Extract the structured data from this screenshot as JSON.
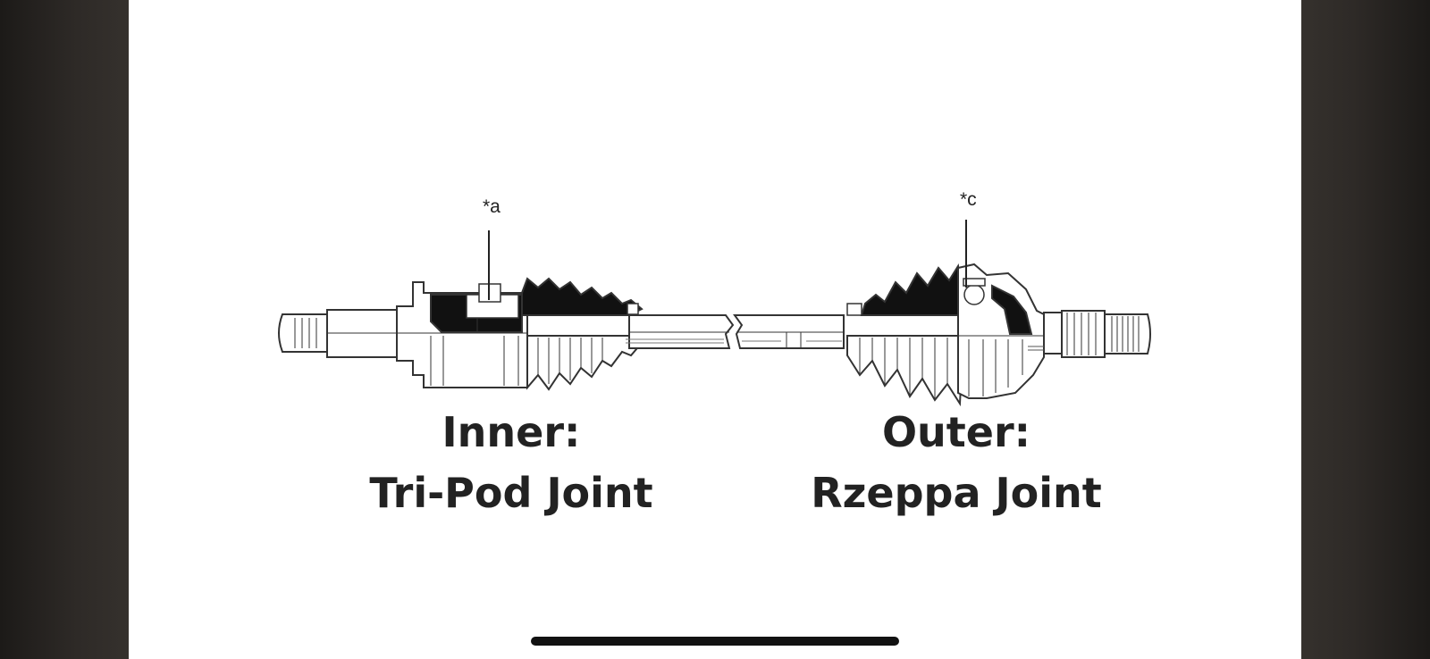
{
  "callouts": {
    "inner": "*a",
    "outer": "*c"
  },
  "labels": {
    "inner_title": "Inner:",
    "inner_name": "Tri-Pod Joint",
    "outer_title": "Outer:",
    "outer_name": "Rzeppa Joint"
  },
  "icons": {
    "home_indicator": "home-indicator-bar"
  }
}
